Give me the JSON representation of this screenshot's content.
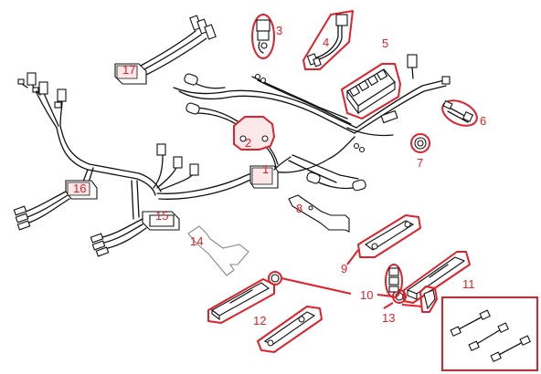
{
  "diagram": {
    "callouts": [
      "1",
      "2",
      "3",
      "4",
      "5",
      "6",
      "7",
      "8",
      "9",
      "10",
      "11",
      "12",
      "13",
      "14",
      "15",
      "16",
      "17"
    ],
    "colors": {
      "highlight": "#e0202a",
      "line": "#111111",
      "background": "#ffffff"
    }
  }
}
